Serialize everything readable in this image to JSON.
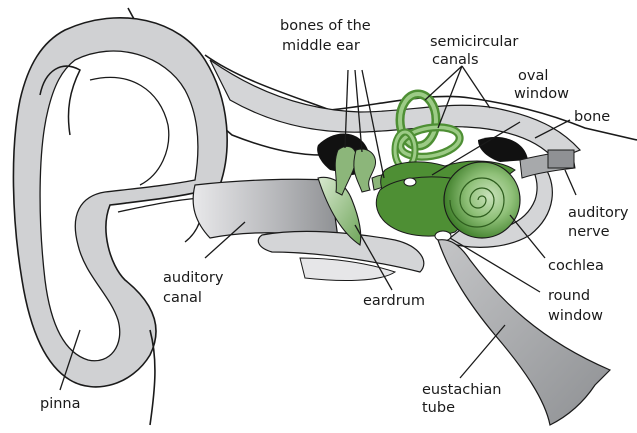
{
  "colors": {
    "outline": "#1a1a1a",
    "bone": "#cfd0d2",
    "canal_light": "#d6d6d8",
    "canal_dark": "#9c9ea1",
    "ossicle_green": "#8cb67a",
    "inner_ear_green": "#4e8f34",
    "inner_ear_light": "#9ccb86",
    "cavity": "#111111",
    "nerve": "#a7a9ab"
  },
  "labels": {
    "bones_line1": "bones of the",
    "bones_line2": "middle ear",
    "semicircular_line1": "semicircular",
    "semicircular_line2": "canals",
    "oval_line1": "oval",
    "oval_line2": "window",
    "bone": "bone",
    "auditory_nerve_line1": "auditory",
    "auditory_nerve_line2": "nerve",
    "cochlea": "cochlea",
    "round_window_line1": "round",
    "round_window_line2": "window",
    "eustachian_line1": "eustachian",
    "eustachian_line2": "tube",
    "eardrum": "eardrum",
    "auditory_canal_line1": "auditory",
    "auditory_canal_line2": "canal",
    "pinna": "pinna"
  }
}
